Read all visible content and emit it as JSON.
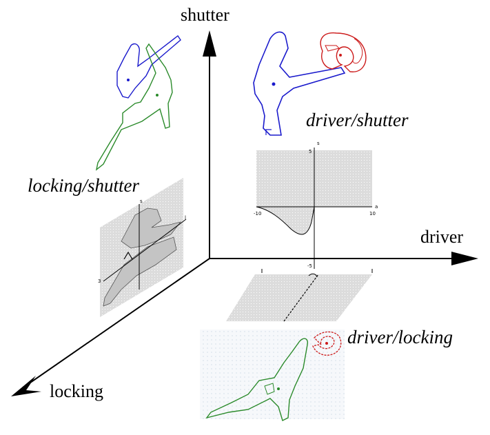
{
  "axes": {
    "shutter": "shutter",
    "driver": "driver",
    "locking": "locking"
  },
  "pairs": {
    "driver_shutter": "driver/shutter",
    "locking_shutter": "locking/shutter",
    "driver_locking": "driver/locking"
  },
  "plot_ticks": {
    "top": "5",
    "left": "-10",
    "right": "10",
    "xvar": "a",
    "yvar": "s",
    "bottom": "-5"
  },
  "side_ticks": {
    "top": "s",
    "right": "l",
    "left": "3"
  },
  "colors": {
    "driver_part": "#1a1acc",
    "shutter_part": "#cc1a1a",
    "locking_part": "#2a8a2a",
    "plane_fill": "#d9d9d9"
  }
}
